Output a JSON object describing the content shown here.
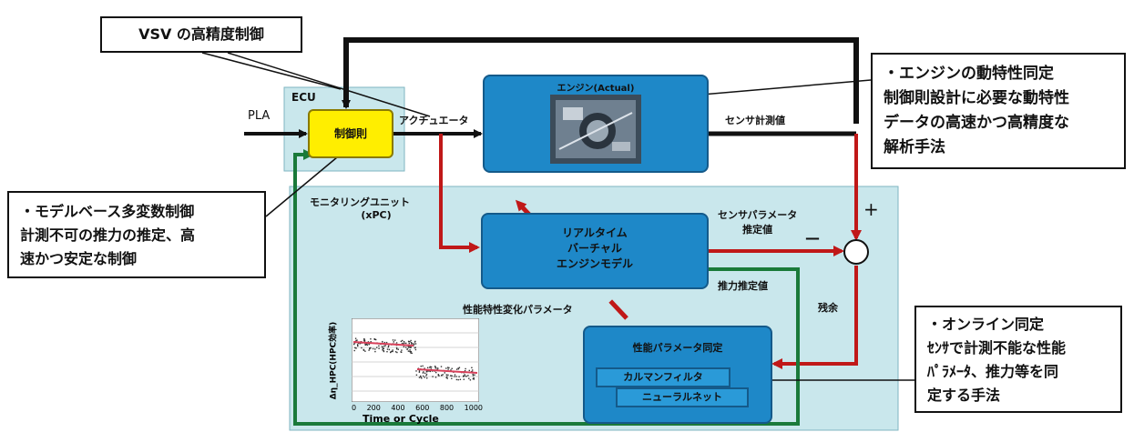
{
  "callouts": {
    "vsv": "VSV の高精度制御",
    "model_based": [
      "・モデルベース多変数制御",
      "計測不可の推力の推定、高",
      "速かつ安定な制御"
    ],
    "engine_id": [
      "・エンジンの動特性同定",
      "制御則設計に必要な動特性",
      "データの高速かつ高精度な",
      "解析手法"
    ],
    "online_id": [
      "・オンライン同定",
      "ｾﾝｻで計測不能な性能",
      "ﾊﾟﾗﾒｰﾀ、推力等を同",
      "定する手法"
    ]
  },
  "blocks": {
    "ecu": "ECU",
    "control_law": "制御則",
    "engine": "エンジン(Actual)",
    "monitor_title": [
      "モニタリングユニット",
      "(xPC)"
    ],
    "virtual_engine": [
      "リアルタイム",
      "バーチャル",
      "エンジンモデル"
    ],
    "param_id": "性能パラメータ同定",
    "kalman": "カルマンフィルタ",
    "neural": "ニューラルネット"
  },
  "labels": {
    "pla": "PLA",
    "actuator": "アクチュエータ",
    "sensor_measured": "センサ計測値",
    "sensor_param_est": [
      "センサパラメータ",
      "推定値"
    ],
    "thrust_est": "推力推定値",
    "residual": "残余",
    "perf_param_change": "性能特性変化パラメータ",
    "plus": "+",
    "minus": "—"
  },
  "inset": {
    "ylabel": "Δη_HPC(HPC効率)",
    "xlabel": "Time or Cycle",
    "xticks": [
      "0",
      "200",
      "400",
      "600",
      "800",
      "1000"
    ]
  }
}
